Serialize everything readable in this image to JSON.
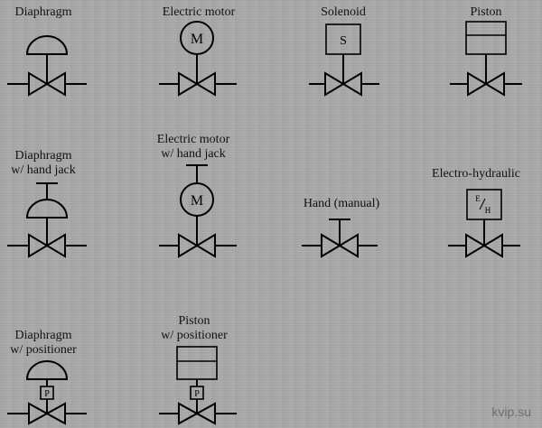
{
  "symbols": {
    "diaphragm": {
      "label": "Diaphragm"
    },
    "electric_motor": {
      "label": "Electric motor",
      "mark": "M"
    },
    "solenoid": {
      "label": "Solenoid",
      "mark": "S"
    },
    "piston": {
      "label": "Piston"
    },
    "diaphragm_hand_jack": {
      "label_line1": "Diaphragm",
      "label_line2": "w/ hand jack"
    },
    "electric_motor_hand_jack": {
      "label_line1": "Electric motor",
      "label_line2": "w/ hand jack",
      "mark": "M"
    },
    "hand_manual": {
      "label": "Hand (manual)"
    },
    "electro_hydraulic": {
      "label": "Electro-hydraulic",
      "mark_top": "E",
      "mark_bottom": "H"
    },
    "diaphragm_positioner": {
      "label_line1": "Diaphragm",
      "label_line2": "w/ positioner",
      "mark": "P"
    },
    "piston_positioner": {
      "label_line1": "Piston",
      "label_line2": "w/ positioner",
      "mark": "P"
    }
  },
  "watermark": "kvip.su"
}
